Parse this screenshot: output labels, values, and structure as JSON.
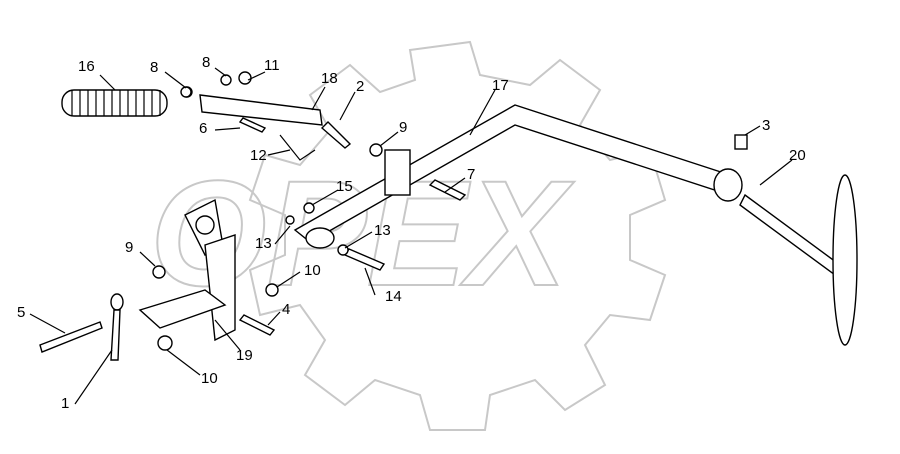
{
  "diagram": {
    "watermark": "OPEX",
    "callouts": [
      {
        "id": "c16a",
        "text": "16"
      },
      {
        "id": "c8a",
        "text": "8"
      },
      {
        "id": "c8b",
        "text": "8"
      },
      {
        "id": "c11",
        "text": "11"
      },
      {
        "id": "c18",
        "text": "18"
      },
      {
        "id": "c2",
        "text": "2"
      },
      {
        "id": "c17",
        "text": "17"
      },
      {
        "id": "c3",
        "text": "3"
      },
      {
        "id": "c20",
        "text": "20"
      },
      {
        "id": "c9a",
        "text": "9"
      },
      {
        "id": "c6",
        "text": "6"
      },
      {
        "id": "c12",
        "text": "12"
      },
      {
        "id": "c15",
        "text": "15"
      },
      {
        "id": "c7",
        "text": "7"
      },
      {
        "id": "c13a",
        "text": "13"
      },
      {
        "id": "c13b",
        "text": "13"
      },
      {
        "id": "c9b",
        "text": "9"
      },
      {
        "id": "c10a",
        "text": "10"
      },
      {
        "id": "c14",
        "text": "14"
      },
      {
        "id": "c5",
        "text": "5"
      },
      {
        "id": "c4",
        "text": "4"
      },
      {
        "id": "c19",
        "text": "19"
      },
      {
        "id": "c10b",
        "text": "10"
      },
      {
        "id": "c1",
        "text": "1"
      }
    ]
  }
}
